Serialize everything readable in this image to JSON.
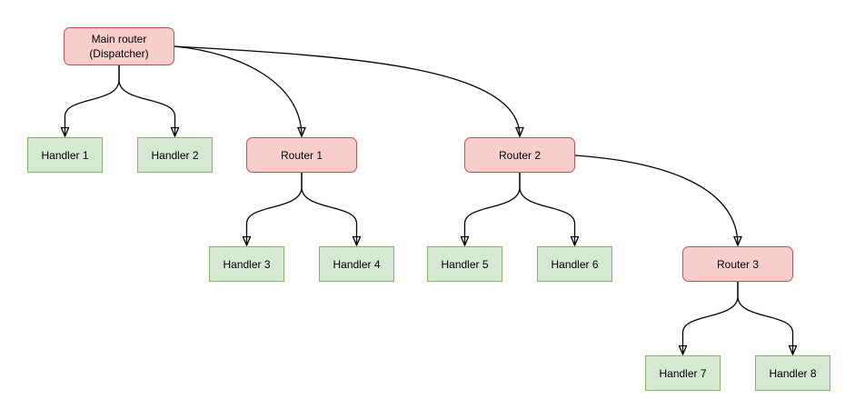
{
  "diagram": {
    "type": "tree-flowchart",
    "nodes": [
      {
        "id": "main-router",
        "label": "Main router\n(Dispatcher)",
        "type": "router"
      },
      {
        "id": "handler-1",
        "label": "Handler 1",
        "type": "handler"
      },
      {
        "id": "handler-2",
        "label": "Handler 2",
        "type": "handler"
      },
      {
        "id": "router-1",
        "label": "Router 1",
        "type": "router"
      },
      {
        "id": "router-2",
        "label": "Router 2",
        "type": "router"
      },
      {
        "id": "router-3",
        "label": "Router 3",
        "type": "router"
      },
      {
        "id": "handler-3",
        "label": "Handler 3",
        "type": "handler"
      },
      {
        "id": "handler-4",
        "label": "Handler 4",
        "type": "handler"
      },
      {
        "id": "handler-5",
        "label": "Handler 5",
        "type": "handler"
      },
      {
        "id": "handler-6",
        "label": "Handler 6",
        "type": "handler"
      },
      {
        "id": "handler-7",
        "label": "Handler 7",
        "type": "handler"
      },
      {
        "id": "handler-8",
        "label": "Handler 8",
        "type": "handler"
      }
    ],
    "edges": [
      {
        "from": "main-router",
        "to": "handler-1"
      },
      {
        "from": "main-router",
        "to": "handler-2"
      },
      {
        "from": "main-router",
        "to": "router-1"
      },
      {
        "from": "main-router",
        "to": "router-2"
      },
      {
        "from": "router-1",
        "to": "handler-3"
      },
      {
        "from": "router-1",
        "to": "handler-4"
      },
      {
        "from": "router-2",
        "to": "handler-5"
      },
      {
        "from": "router-2",
        "to": "handler-6"
      },
      {
        "from": "router-2",
        "to": "router-3"
      },
      {
        "from": "router-3",
        "to": "handler-7"
      },
      {
        "from": "router-3",
        "to": "handler-8"
      }
    ],
    "colors": {
      "router_fill": "#f8cecc",
      "router_border": "#b85450",
      "handler_fill": "#d5e8d4",
      "handler_border": "#82b366",
      "edge": "#000000",
      "background": "#ffffff"
    }
  }
}
